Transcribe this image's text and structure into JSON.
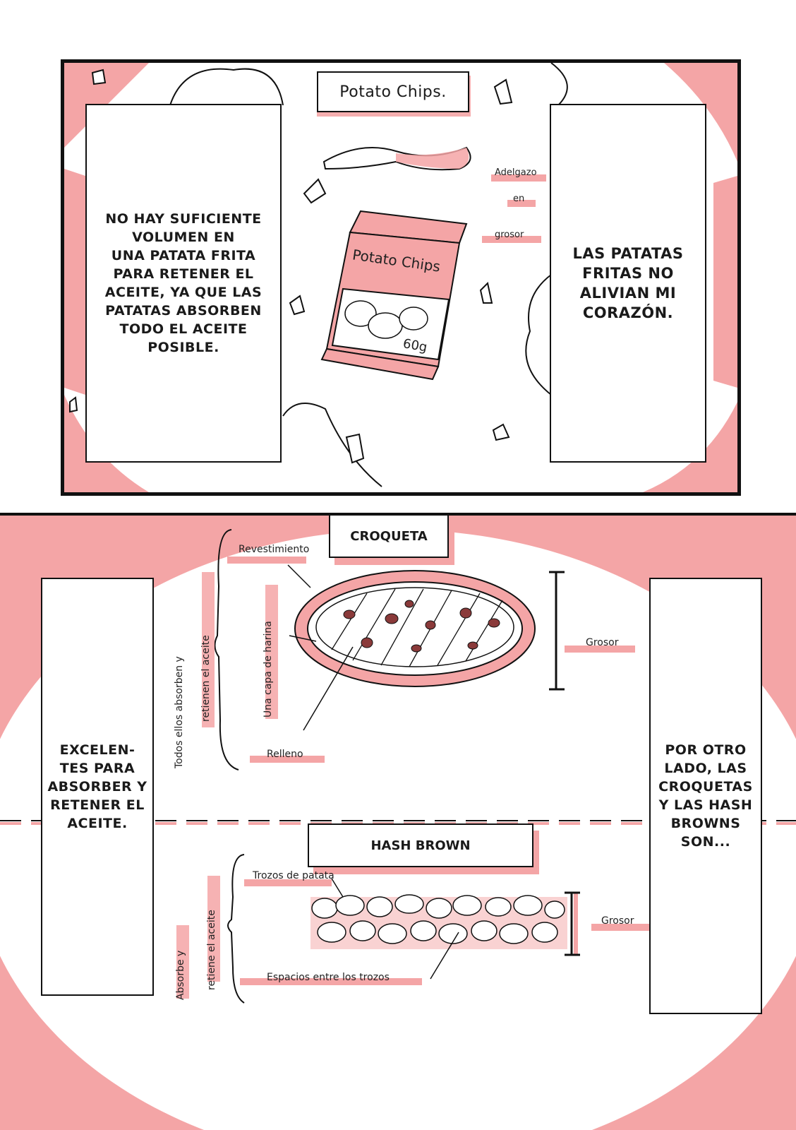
{
  "panel_top": {
    "sign_title": "Potato Chips.",
    "bag_label": "Potato Chips",
    "bag_weight": "60g",
    "thin_labels": [
      "Adelgazo",
      "en",
      "grosor"
    ],
    "left_box": "NO HAY SUFICIENTE\nVOLUMEN EN\nUNA PATATA FRITA\nPARA RETENER EL\nACEITE, YA QUE LAS\nPATATAS ABSORBEN\nTODO EL ACEITE\nPOSIBLE.",
    "right_box": "LAS PATATAS\nFRITAS NO\nALIVIAN MI\nCORAZÓN."
  },
  "panel_bottom": {
    "croqueta_title": "CROQUETA",
    "croqueta_labels": {
      "coating": "Revestimiento",
      "flour": "Una capa de harina",
      "filling": "Relleno",
      "thickness": "Grosor",
      "group_line1": "Todos ellos absorben y",
      "group_line2": "retienen el aceite"
    },
    "hash_title": "HASH BROWN",
    "hash_labels": {
      "pieces": "Trozos de patata",
      "gaps": "Espacios entre los trozos",
      "thickness": "Grosor",
      "group_line1": "Absorbe y",
      "group_line2": "retiene el aceite"
    },
    "left_box": "EXCELEN-\nTES PARA\nABSORBER Y\nRETENER EL\nACEITE.",
    "right_box": "POR OTRO\nLADO, LAS\nCROQUETAS\nY LAS HASH\nBROWNS\nSON..."
  },
  "colors": {
    "accent": "#f4a5a6",
    "ink": "#111111"
  }
}
